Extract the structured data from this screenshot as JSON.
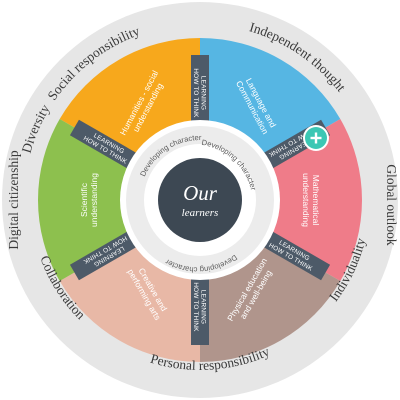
{
  "center": {
    "title": "Our",
    "subtitle": "learners"
  },
  "inner_ring": {
    "labels": [
      "Developing character",
      "Developing character",
      "Developing character"
    ]
  },
  "segments": [
    {
      "label_lines": [
        "Humanities - social",
        "understanding"
      ],
      "color": "#f7a81c"
    },
    {
      "label_lines": [
        "Language and",
        "Communication"
      ],
      "color": "#56b6e3"
    },
    {
      "label_lines": [
        "Mathematical",
        "understanding"
      ],
      "color": "#ef7c89"
    },
    {
      "label_lines": [
        "Physical education",
        "and well-being"
      ],
      "color": "#b0958c"
    },
    {
      "label_lines": [
        "Creative and",
        "performing arts"
      ],
      "color": "#e8b8a6"
    },
    {
      "label_lines": [
        "Scientific",
        "understanding"
      ],
      "color": "#8dc04e"
    }
  ],
  "bar_labels": [
    "LEARNING",
    "HOW TO THINK"
  ],
  "outer_ring": {
    "labels": [
      "Social responsibility",
      "Independent thought",
      "Global outlook",
      "Individuality",
      "Personal responsibility",
      "Collaboration",
      "Digital citizenship",
      "Diversity"
    ]
  },
  "colors": {
    "outer_ring": "#e6e6e6",
    "bar": "#4d5a68",
    "center": "#3d4853",
    "center_ring": "#d8d8d8",
    "plus_button": "#3cc7b4"
  },
  "plus_icon": "plus-icon"
}
